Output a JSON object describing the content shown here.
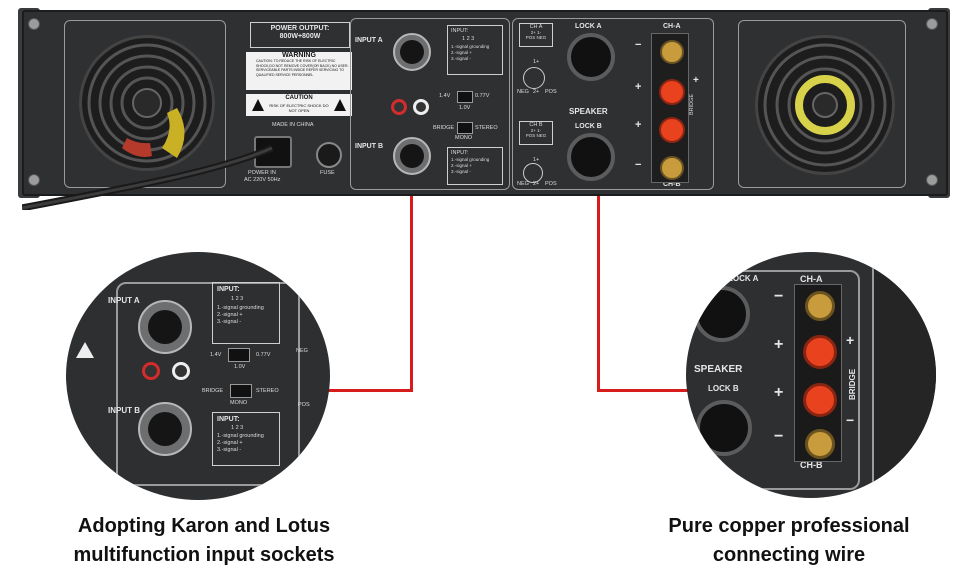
{
  "amplifier": {
    "power_output_title": "POWER OUTPUT:",
    "power_output_value": "800W+800W",
    "warning_title": "WARNING",
    "warning_text": "CAUTION: TO REDUCE THE RISK OF ELECTRIC SHOCK,DO NOT REMOVE COVER(OR BACK) NO USER-SERVICEABLE PARTS INSIDE REFER SERVICING TO QUALIFIED SERVICE PERSONNEL",
    "caution_title": "CAUTION",
    "caution_text": "RISK OF ELECTRIC SHOCK DO NOT OPEN",
    "made_in": "MADE IN CHINA",
    "power_in": "POWER IN",
    "power_spec": "AC 220V 50Hz",
    "fuse": "FUSE",
    "input_a": "INPUT A",
    "input_b": "INPUT B",
    "input_label": "INPUT:",
    "pin_numbers": "1 2 3",
    "pin_1": "1.-signal grounding",
    "pin_2": "2.-signal +",
    "pin_3": "3.-signal -",
    "sens_low": "1.4V",
    "sens_high": "0.77V",
    "sens_mid": "1.0V",
    "bridge": "BRIDGE",
    "stereo": "STEREO",
    "mono": "MONO",
    "ch_a": "CH A",
    "ch_b": "CH B",
    "pins_top": "2+  1-",
    "pins_bottom": "POS NEG",
    "lock_a": "LOCK A",
    "lock_b": "LOCK B",
    "speaker": "SPEAKER",
    "neg": "NEG",
    "two_plus": "2+",
    "pos": "POS",
    "one_plus": "1+",
    "ch_a_post": "CH-A",
    "ch_b_post": "CH-B",
    "bridge_vertical": "BRIDGE",
    "minus": "−",
    "plus": "+"
  },
  "zoom_left": {
    "input_a": "INPUT A",
    "input_b": "INPUT B",
    "input_label": "INPUT:",
    "pin_numbers": "1 2 3",
    "pin_1": "1.-signal grounding",
    "pin_2": "2.-signal +",
    "pin_3": "3.-signal -",
    "sens_low": "1.4V",
    "sens_high": "0.77V",
    "sens_mid": "1.0V",
    "bridge": "BRIDGE",
    "stereo": "STEREO",
    "mono": "MONO",
    "neg": "NEG",
    "pos": "POS"
  },
  "zoom_right": {
    "lock_a": "LOCK A",
    "lock_b": "LOCK B",
    "speaker": "SPEAKER",
    "ch_a": "CH-A",
    "ch_b": "CH-B",
    "bridge": "BRIDGE",
    "minus": "−",
    "plus": "+"
  },
  "captions": {
    "left_line1": "Adopting Karon and Lotus",
    "left_line2": "multifunction input sockets",
    "right_line1": "Pure copper professional",
    "right_line2": "connecting wire"
  },
  "colors": {
    "connector_line": "#d81b1b",
    "panel": "#2f3032",
    "red_post": "#e8421f",
    "gold_post": "#c89b3c"
  }
}
